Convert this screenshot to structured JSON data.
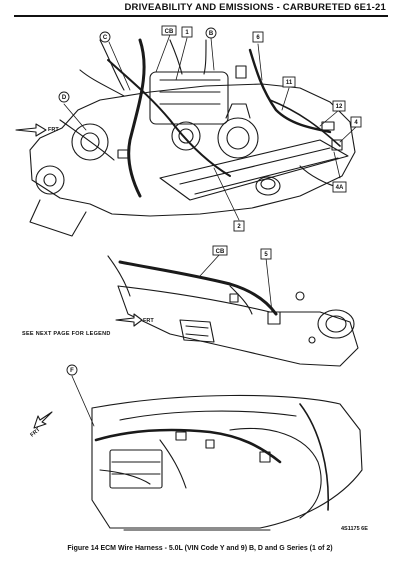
{
  "header": {
    "section_title": "DRIVEABILITY AND EMISSIONS - CARBURETED",
    "page_number": "6E1-21"
  },
  "callouts": {
    "c": "C",
    "cb": "CB",
    "one": "1",
    "b": "B",
    "six": "6",
    "eleven": "11",
    "d": "D",
    "twelve": "12",
    "four": "4",
    "four_a": "4A",
    "two": "2",
    "cb_mid": "CB",
    "five": "5",
    "f": "F"
  },
  "direction_labels": {
    "frt_top": "FRT",
    "frt_mid": "FRT",
    "frt_bottom": "FRT"
  },
  "legend_note": "SEE NEXT PAGE FOR LEGEND",
  "part_number": "4S1175 6E",
  "caption": "Figure 14 ECM Wire Harness - 5.0L (VIN Code Y and 9) B, D and G Series (1 of 2)"
}
